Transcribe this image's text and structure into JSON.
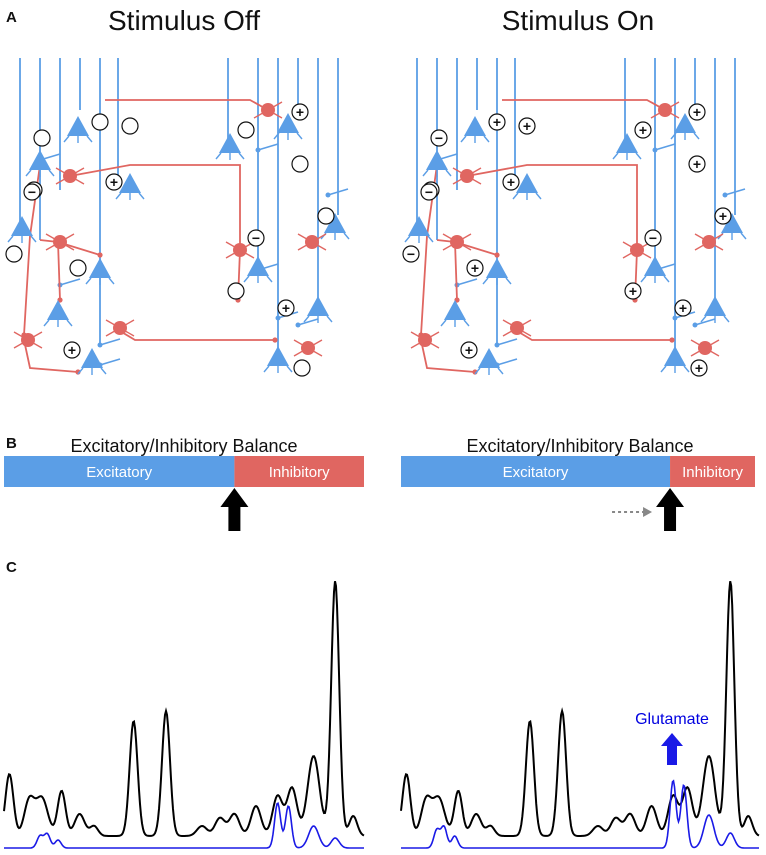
{
  "panel_labels": {
    "a": "A",
    "b": "B",
    "c": "C"
  },
  "panels": [
    {
      "title": "Stimulus Off",
      "signs": [
        "",
        "",
        "+",
        "",
        "",
        "",
        "+",
        "",
        "",
        "−",
        "",
        "",
        "+",
        "+",
        "",
        "−",
        ""
      ],
      "balance": {
        "title": "Excitatory/Inhibitory Balance",
        "excitatory_label": "Excitatory",
        "inhibitory_label": "Inhibitory",
        "excitatory_fraction": 0.64,
        "shift_arrow": false
      },
      "annotation": ""
    },
    {
      "title": "Stimulus On",
      "signs": [
        "−",
        "+",
        "+",
        "+",
        "+",
        "+",
        "+",
        "+",
        "−",
        "−",
        "+",
        "+",
        "+",
        "+",
        "+",
        "−",
        "+"
      ],
      "balance": {
        "title": "Excitatory/Inhibitory Balance",
        "excitatory_label": "Excitatory",
        "inhibitory_label": "Inhibitory",
        "excitatory_fraction": 0.76,
        "shift_arrow": true
      },
      "annotation": "Glutamate"
    }
  ],
  "colors": {
    "excitatory": "#5b9ee6",
    "inhibitory": "#e06661",
    "trace_black": "#000000",
    "trace_blue": "#1a1ae6",
    "arrow_dashed": "#888888"
  },
  "icons": {
    "pyramidal_neuron": "blue-triangle-neuron",
    "interneuron": "red-round-neuron",
    "sign_marker": "circle-sign-icon",
    "balance_pointer": "up-arrow-icon"
  }
}
